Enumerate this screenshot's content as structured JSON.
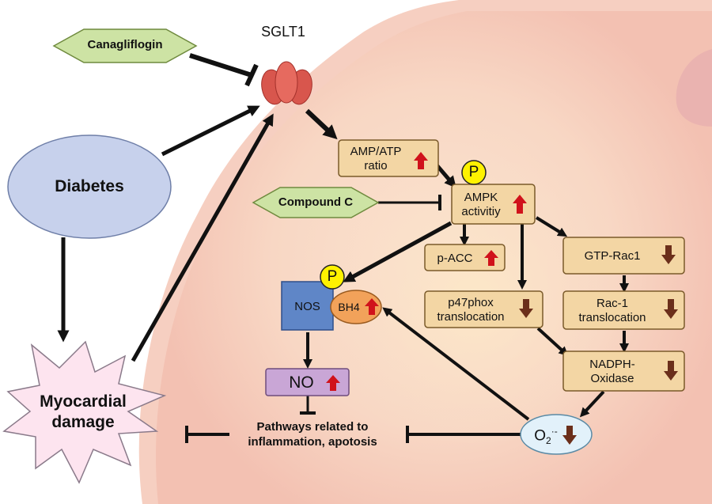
{
  "labels": {
    "sglt1": "SGLT1",
    "canagliflogin": "Canagliflogin",
    "compound_c": "Compound C",
    "diabetes": "Diabetes",
    "myocardial_l1": "Myocardial",
    "myocardial_l2": "damage",
    "amp_l1": "AMP/ATP",
    "amp_l2": "ratio",
    "ampk_l1": "AMPK",
    "ampk_l2": "activitiy",
    "pacc": "p-ACC",
    "gtp": "GTP-Rac1",
    "p47_l1": "p47phox",
    "p47_l2": "translocation",
    "rac_l1": "Rac-1",
    "rac_l2": "translocation",
    "nadph_l1": "NADPH-",
    "nadph_l2": "Oxidase",
    "nos": "NOS",
    "bh4": "BH4",
    "no": "NO",
    "o2": "O",
    "o2_sub": "2",
    "o2_sup": "·-",
    "path_l1": "Pathways related to",
    "path_l2": "inflammation, apotosis",
    "p_badge": "P"
  },
  "colors": {
    "box_fill": "#f3d6a4",
    "up_arrow": "#d0121b",
    "down_arrow": "#6b2f1b",
    "ellipse_fill": "#c7d1ec",
    "diamond_fill": "#cde3a4",
    "nos_fill": "#5f86c7",
    "no_fill": "#c9a6d6",
    "bh4_fill": "#f2a25a",
    "o2_fill": "#e2f1fa",
    "p_fill": "#fff200"
  }
}
